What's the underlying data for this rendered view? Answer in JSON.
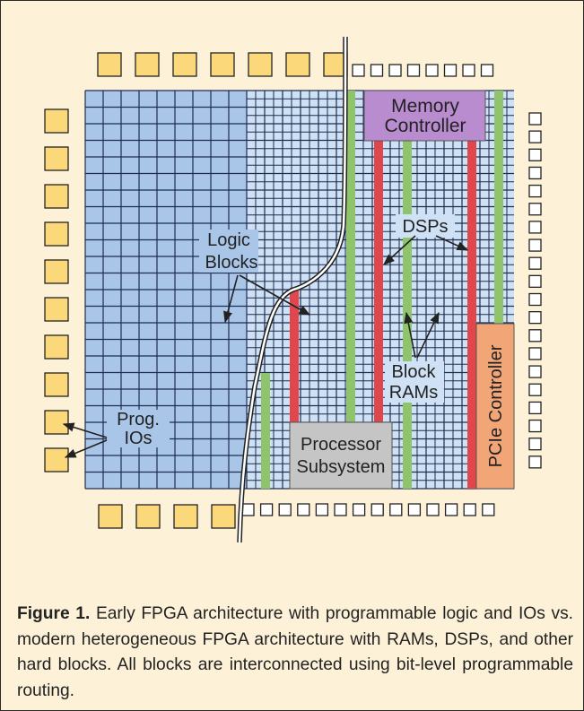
{
  "diagram": {
    "labels": {
      "memory_controller": [
        "Memory",
        "Controller"
      ],
      "dsps": "DSPs",
      "logic_blocks": [
        "Logic",
        "Blocks"
      ],
      "block_rams": [
        "Block",
        "RAMs"
      ],
      "prog_ios": [
        "Prog.",
        "IOs"
      ],
      "processor_subsystem": [
        "Processor",
        "Subsystem"
      ],
      "pcie_controller": "PCIe Controller"
    },
    "colors": {
      "panel_background": "#fdf2d8",
      "logic_block_early": "#a9c6e8",
      "logic_block_modern": "#cfe1f4",
      "grid_line": "#1f2d4f",
      "large_io_pad": "#fbd87a",
      "dsp_column": "#e0474c",
      "block_ram_column": "#8fc46c",
      "memory_controller": "#b98ccf",
      "processor_subsystem": "#c5c5c5",
      "pcie_controller": "#f2a678"
    }
  },
  "caption": {
    "figure_label": "Figure 1.",
    "text": " Early FPGA architecture with programmable logic and IOs vs. modern heterogeneous FPGA architecture with RAMs, DSPs, and other hard blocks. All blocks are interconnected using bit-level programmable routing."
  }
}
